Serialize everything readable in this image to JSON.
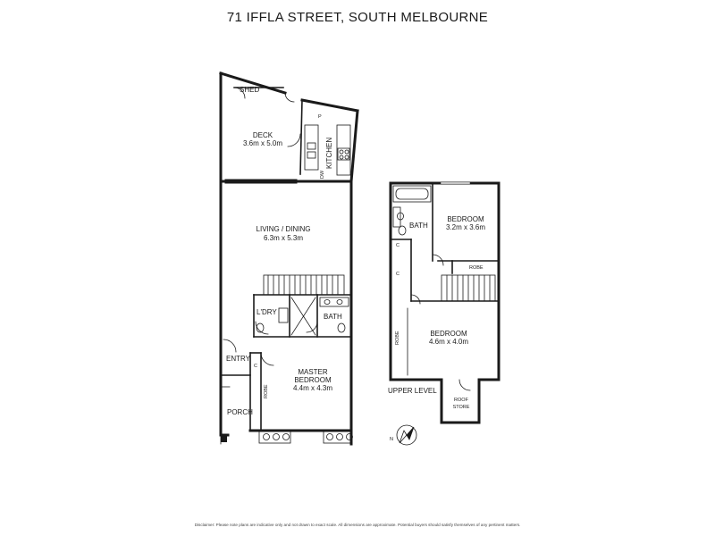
{
  "title": "71 IFFLA STREET, SOUTH MELBOURNE",
  "rooms": {
    "shed": "SHED",
    "deck": "DECK",
    "deck_size": "3.6m x 5.0m",
    "kitchen": "KITCHEN",
    "pantry": "P",
    "dishwasher": "DW",
    "living": "LIVING / DINING",
    "living_size": "6.3m x 5.3m",
    "laundry": "L'DRY",
    "bath_ground": "BATH",
    "entry": "ENTRY",
    "cupboard_entry": "C",
    "robe_master": "ROBE",
    "master_line1": "MASTER",
    "master_line2": "BEDROOM",
    "master_size": "4.4m x 4.3m",
    "porch": "PORCH",
    "bath_upper": "BATH",
    "bedroom2": "BEDROOM",
    "bedroom2_size": "3.2m x 3.6m",
    "cupboard_upper_1": "C",
    "cupboard_upper_2": "C",
    "robe_upper": "ROBE",
    "bedroom3": "BEDROOM",
    "bedroom3_size": "4.6m x 4.0m",
    "robe_upper_side": "ROBE",
    "roof_store_line1": "ROOF",
    "roof_store_line2": "STORE"
  },
  "level_label": "UPPER LEVEL",
  "compass_label": "N",
  "disclaimer": "Disclaimer: Please note plans are indicative only and not drawn to exact scale. All dimensions are approximate. Potential buyers should satisfy themselves of any pertinent matters."
}
